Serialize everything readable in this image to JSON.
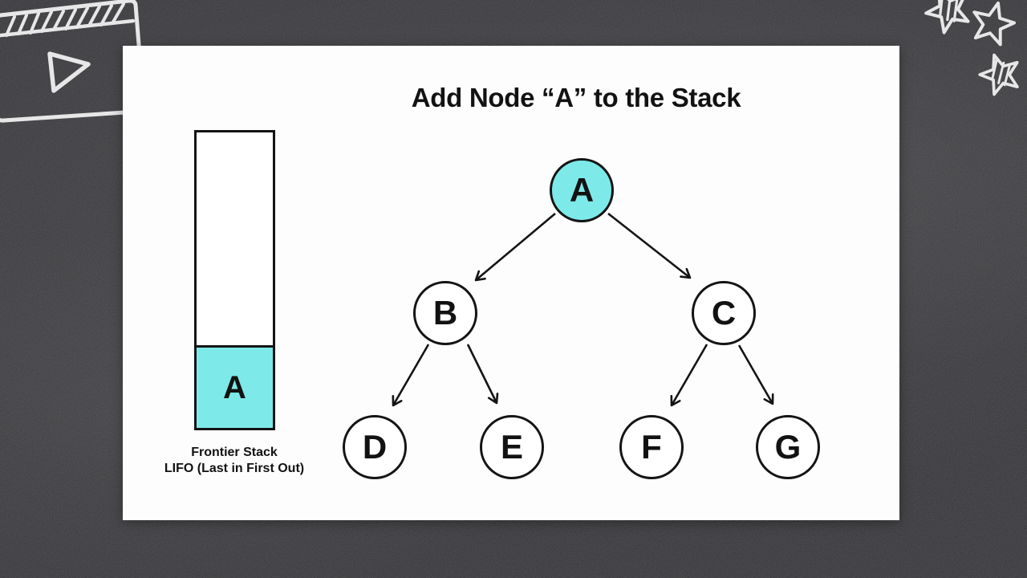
{
  "title": "Add Node “A” to the Stack",
  "stack": {
    "items": [
      "A"
    ],
    "caption_line1": "Frontier Stack",
    "caption_line2": "LIFO (Last in First Out)"
  },
  "tree": {
    "nodes": [
      {
        "id": "A",
        "label": "A",
        "state": "in-stack"
      },
      {
        "id": "B",
        "label": "B",
        "state": "unvisited"
      },
      {
        "id": "C",
        "label": "C",
        "state": "unvisited"
      },
      {
        "id": "D",
        "label": "D",
        "state": "unvisited"
      },
      {
        "id": "E",
        "label": "E",
        "state": "unvisited"
      },
      {
        "id": "F",
        "label": "F",
        "state": "unvisited"
      },
      {
        "id": "G",
        "label": "G",
        "state": "unvisited"
      }
    ],
    "edges": [
      {
        "from": "A",
        "to": "B"
      },
      {
        "from": "A",
        "to": "C"
      },
      {
        "from": "B",
        "to": "D"
      },
      {
        "from": "B",
        "to": "E"
      },
      {
        "from": "C",
        "to": "F"
      },
      {
        "from": "C",
        "to": "G"
      }
    ]
  },
  "decorations": {
    "top_left": "chalk-video-player-doodle",
    "top_right": "chalk-stars-doodle"
  },
  "colors": {
    "board": "#302f33",
    "card": "#fdfdfd",
    "ink": "#141414",
    "highlight": "#7de9e9",
    "chalk": "#e7e7e7"
  }
}
